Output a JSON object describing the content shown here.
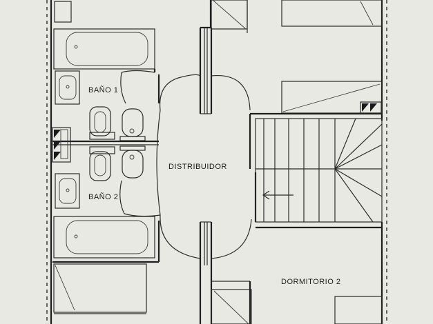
{
  "plan": {
    "rooms": {
      "bano1": "BAÑO 1",
      "bano2": "BAÑO 2",
      "distribuidor": "DISTRIBUIDOR",
      "dormitorio2": "DORMITORIO 2"
    }
  }
}
